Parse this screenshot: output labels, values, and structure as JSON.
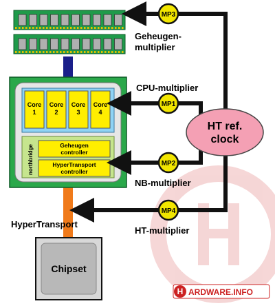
{
  "labels": {
    "memory_multiplier_line1": "Geheugen-",
    "memory_multiplier_line2": "multiplier",
    "cpu_multiplier": "CPU-multiplier",
    "nb_multiplier": "NB-multiplier",
    "ht_multiplier": "HT-multiplier",
    "hypertransport": "HyperTransport"
  },
  "multipliers": {
    "mp1": "MP1",
    "mp2": "MP2",
    "mp3": "MP3",
    "mp4": "MP4"
  },
  "ref_clock": {
    "line1": "HT ref.",
    "line2": "clock"
  },
  "cpu": {
    "cores": [
      {
        "line1": "Core",
        "line2": "1"
      },
      {
        "line1": "Core",
        "line2": "2"
      },
      {
        "line1": "Core",
        "line2": "3"
      },
      {
        "line1": "Core",
        "line2": "4"
      }
    ],
    "northbridge": "northbridge",
    "memory_controller_line1": "Geheugen",
    "memory_controller_line2": "controller",
    "ht_controller_line1": "HyperTransport",
    "ht_controller_line2": "controller"
  },
  "chipset": "Chipset",
  "watermark": {
    "logo_letter": "H",
    "logo_text": "ARDWARE.INFO"
  },
  "colors": {
    "arrow": "#111111",
    "memory_green": "#1f9a4a",
    "cpu_green": "#2aa84a",
    "core_yellow": "#ffee00",
    "cores_bg": "#8fd3f4",
    "nb_bg": "#c6e58e",
    "mp_circle": "#f2e600",
    "ref_clock": "#f4a0b4",
    "memory_bus": "#1a1f8a",
    "ht_bus": "#f07a1a",
    "chipset": "#b8b8b8",
    "logo_red": "#cc2222"
  }
}
